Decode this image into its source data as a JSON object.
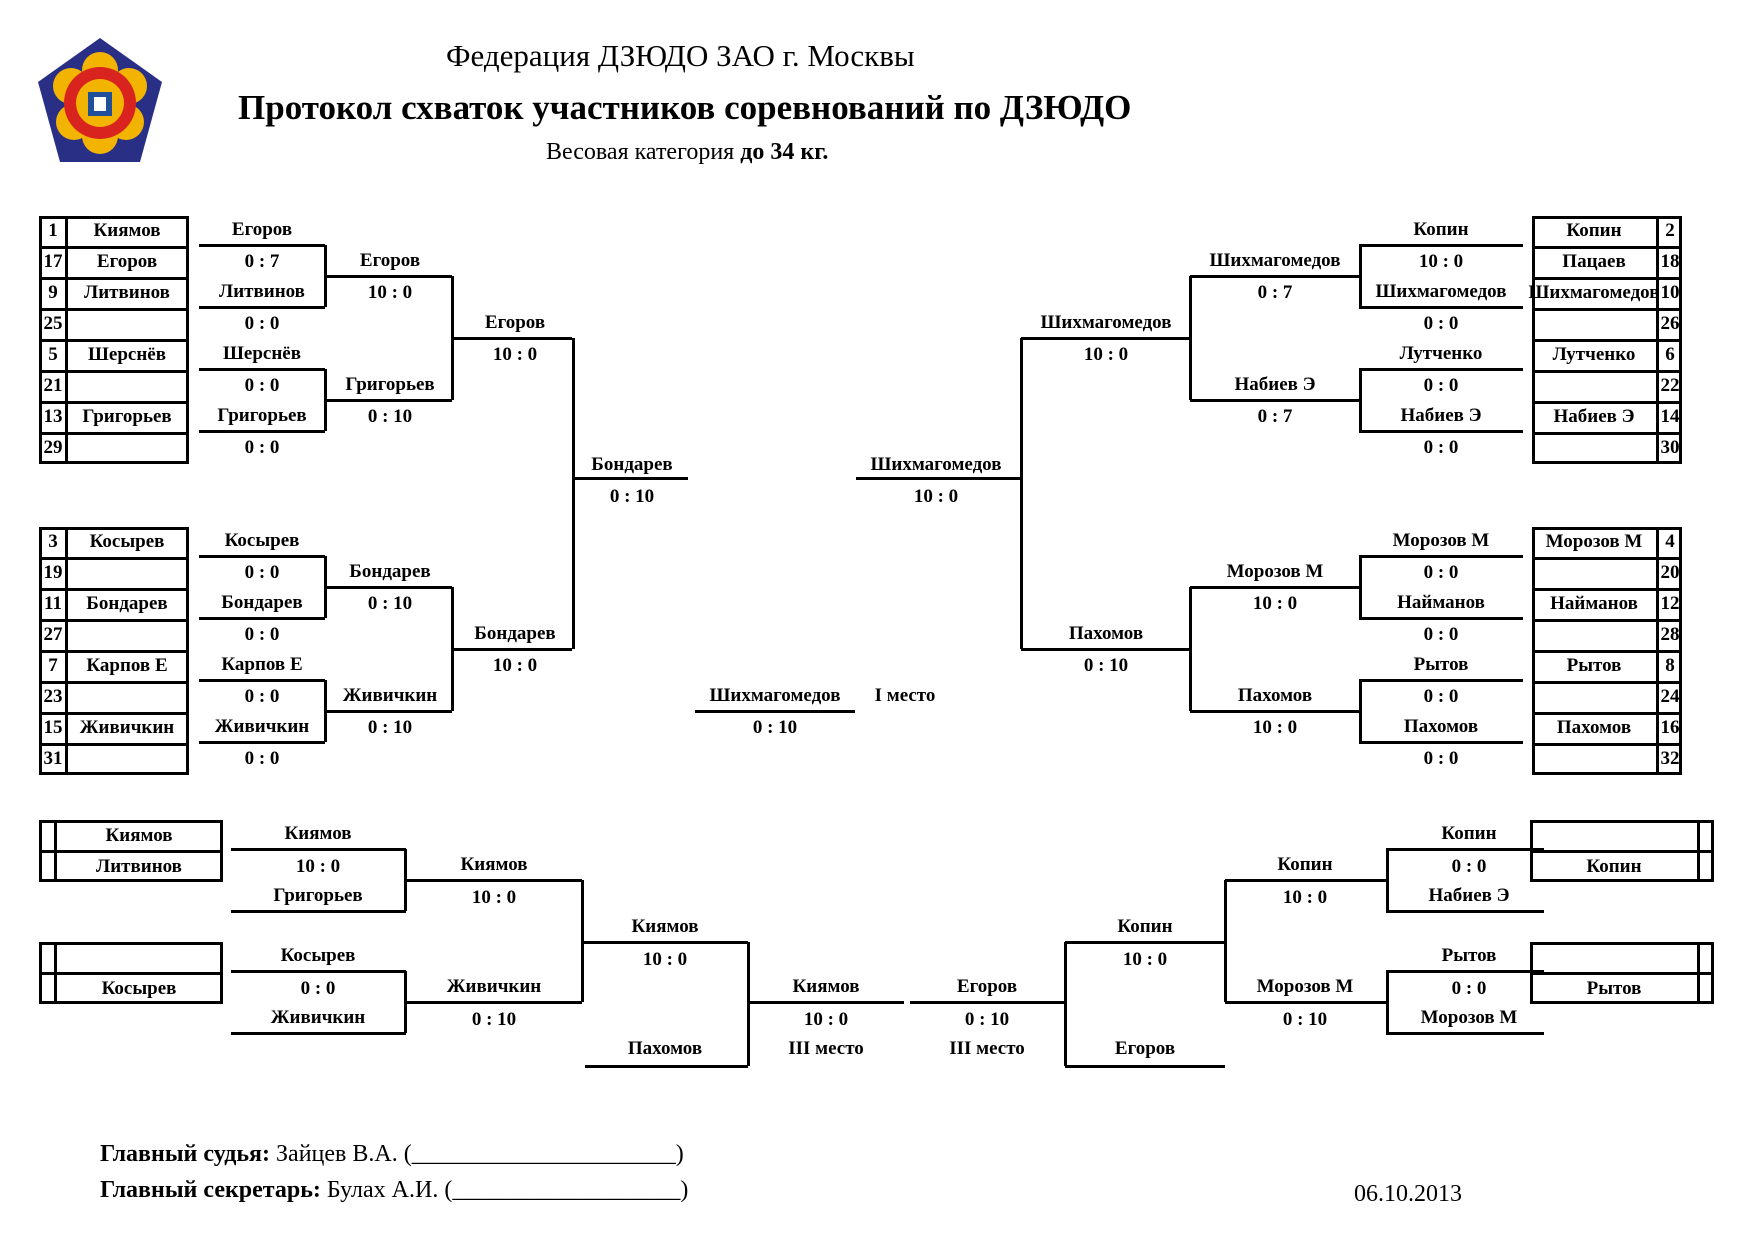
{
  "header": {
    "federation": "Федерация ДЗЮДО ЗАО г. Москвы",
    "title": "Протокол схваток участников соревнований по ДЗЮДО",
    "category_label": "Весовая категория",
    "category_value": "до 34 кг."
  },
  "colors": {
    "ink": "#000000",
    "logo_outer": "#2a2f86",
    "logo_petals": "#f2b400",
    "logo_ring": "#d8231f",
    "logo_center": "#1f4e9a"
  },
  "logo": {
    "icon": "federation-emblem-icon"
  },
  "pools": [
    {
      "entries": [
        {
          "num": "1",
          "name": "Киямов"
        },
        {
          "num": "17",
          "name": "Егоров"
        },
        {
          "num": "9",
          "name": "Литвинов"
        },
        {
          "num": "25",
          "name": ""
        },
        {
          "num": "5",
          "name": "Шерснёв"
        },
        {
          "num": "21",
          "name": ""
        },
        {
          "num": "13",
          "name": "Григорьев"
        },
        {
          "num": "29",
          "name": ""
        }
      ]
    },
    {
      "entries": [
        {
          "num": "2",
          "name": "Копин"
        },
        {
          "num": "18",
          "name": "Пацаев"
        },
        {
          "num": "10",
          "name": "Шихмагомедов"
        },
        {
          "num": "26",
          "name": ""
        },
        {
          "num": "6",
          "name": "Лутченко"
        },
        {
          "num": "22",
          "name": ""
        },
        {
          "num": "14",
          "name": "Набиев Э"
        },
        {
          "num": "30",
          "name": ""
        }
      ]
    },
    {
      "entries": [
        {
          "num": "3",
          "name": "Косырев"
        },
        {
          "num": "19",
          "name": ""
        },
        {
          "num": "11",
          "name": "Бондарев"
        },
        {
          "num": "27",
          "name": ""
        },
        {
          "num": "7",
          "name": "Карпов Е"
        },
        {
          "num": "23",
          "name": ""
        },
        {
          "num": "15",
          "name": "Живичкин"
        },
        {
          "num": "31",
          "name": ""
        }
      ]
    },
    {
      "entries": [
        {
          "num": "4",
          "name": "Морозов М"
        },
        {
          "num": "20",
          "name": ""
        },
        {
          "num": "12",
          "name": "Найманов"
        },
        {
          "num": "28",
          "name": ""
        },
        {
          "num": "8",
          "name": "Рытов"
        },
        {
          "num": "24",
          "name": ""
        },
        {
          "num": "16",
          "name": "Пахомов"
        },
        {
          "num": "32",
          "name": ""
        }
      ]
    }
  ],
  "labels": {
    "p1r1": [
      {
        "w": "Егоров",
        "s": "0 : 7"
      },
      {
        "w": "Литвинов",
        "s": "0 : 0"
      },
      {
        "w": "Шерснёв",
        "s": "0 : 0"
      },
      {
        "w": "Григорьев",
        "s": "0 : 0"
      }
    ],
    "p1r2": [
      {
        "w": "Егоров",
        "s": "10 : 0"
      },
      {
        "w": "Григорьев",
        "s": "0 : 10"
      }
    ],
    "p1r3": {
      "w": "Егоров",
      "s": "10 : 0"
    },
    "p3r1": [
      {
        "w": "Косырев",
        "s": "0 : 0"
      },
      {
        "w": "Бондарев",
        "s": "0 : 0"
      },
      {
        "w": "Карпов Е",
        "s": "0 : 0"
      },
      {
        "w": "Живичкин",
        "s": "0 : 0"
      }
    ],
    "p3r2": [
      {
        "w": "Бондарев",
        "s": "0 : 10"
      },
      {
        "w": "Живичкин",
        "s": "0 : 10"
      }
    ],
    "p3r3": {
      "w": "Бондарев",
      "s": "10 : 0"
    },
    "left_final": {
      "w": "Бондарев",
      "s": "0 : 10"
    },
    "p2r1": [
      {
        "w": "Копин",
        "s": "10 : 0"
      },
      {
        "w": "Шихмагомедов",
        "s": "0 : 0"
      },
      {
        "w": "Лутченко",
        "s": "0 : 0"
      },
      {
        "w": "Набиев Э",
        "s": "0 : 0"
      }
    ],
    "p2r2": [
      {
        "w": "Шихмагомедов",
        "s": "0 : 7"
      },
      {
        "w": "Набиев Э",
        "s": "0 : 7"
      }
    ],
    "p2r3": {
      "w": "Шихмагомедов",
      "s": "10 : 0"
    },
    "p4r1": [
      {
        "w": "Морозов М",
        "s": "0 : 0"
      },
      {
        "w": "Найманов",
        "s": "0 : 0"
      },
      {
        "w": "Рытов",
        "s": "0 : 0"
      },
      {
        "w": "Пахомов",
        "s": "0 : 0"
      }
    ],
    "p4r2": [
      {
        "w": "Морозов М",
        "s": "10 : 0"
      },
      {
        "w": "Пахомов",
        "s": "10 : 0"
      }
    ],
    "p4r3": {
      "w": "Пахомов",
      "s": "0 : 10"
    },
    "right_final": {
      "w": "Шихмагомедов",
      "s": "10 : 0"
    },
    "final": {
      "w": "Шихмагомедов",
      "s": "0 : 10",
      "place": "I место"
    }
  },
  "repechage_left": {
    "seed_top": "Киямов",
    "seed_a": "Литвинов",
    "seed_mid": "",
    "seed_b": "Косырев",
    "m1": {
      "w": "Киямов",
      "s": "10 : 0",
      "opp": "Григорьев"
    },
    "m2": {
      "w": "Косырев",
      "s": "0 : 0",
      "opp": "Живичкин"
    },
    "m3": {
      "w": "Киямов",
      "s": "10 : 0"
    },
    "m4": {
      "w": "Живичкин",
      "s": "0 : 10"
    },
    "m5": {
      "w": "Киямов",
      "s": "10 : 0",
      "opp": "Пахомов"
    },
    "bronze": {
      "w": "Киямов",
      "s": "10 : 0",
      "place": "III место"
    }
  },
  "repechage_right": {
    "seed_top": "",
    "seed_a": "Копин",
    "seed_mid": "",
    "seed_b": "Рытов",
    "m1": {
      "w": "Копин",
      "s": "0 : 0",
      "opp": "Набиев Э"
    },
    "m2": {
      "w": "Рытов",
      "s": "0 : 0",
      "opp": "Морозов М"
    },
    "m3": {
      "w": "Копин",
      "s": "10 : 0"
    },
    "m4": {
      "w": "Морозов М",
      "s": "0 : 10"
    },
    "m5": {
      "w": "Копин",
      "s": "10 : 0",
      "opp": "Егоров"
    },
    "bronze": {
      "w": "Егоров",
      "s": "0 : 10",
      "place": "III место"
    }
  },
  "footer": {
    "judge_label": "Главный судья:",
    "judge_name": "Зайцев В.А. (______________________)",
    "secretary_label": "Главный секретарь:",
    "secretary_name": "Булах А.И. (___________________)",
    "date": "06.10.2013"
  }
}
